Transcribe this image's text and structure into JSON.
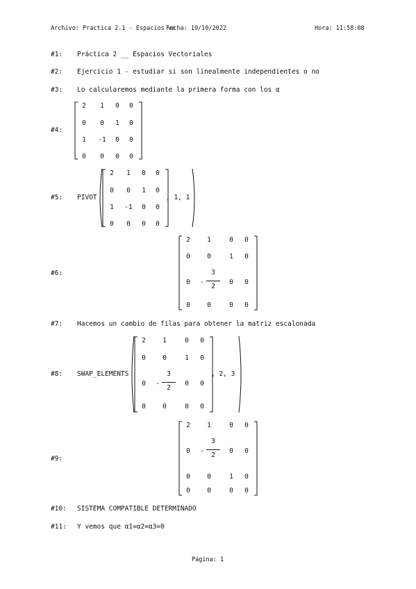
{
  "header": {
    "file": "Archivo: Practica 2.1 - Espacios ve",
    "date": "Fecha: 19/10/2022",
    "time": "Hora: 11:58:08"
  },
  "lines": {
    "l1": {
      "label": "#1:",
      "text": "Práctica 2 __ Espacios Vectoriales"
    },
    "l2": {
      "label": "#2:",
      "text": "Ejercicio 1 - estudiar si son linealmente independientes o no"
    },
    "l3": {
      "label": "#3:",
      "text": "Lo calcularemos mediante la primera forma con los α"
    },
    "l4": {
      "label": "#4:"
    },
    "l5": {
      "label": "#5:",
      "func": "PIVOT",
      "args": ", 1, 1"
    },
    "l6": {
      "label": "#6:"
    },
    "l7": {
      "label": "#7:",
      "text": "Hacemos un cambio de filas para obtener la matriz escalonada"
    },
    "l8": {
      "label": "#8:",
      "func": "SWAP_ELEMENTS",
      "args": ", 2, 3"
    },
    "l9": {
      "label": "#9:"
    },
    "l10": {
      "label": "#10:",
      "text": "SISTEMA COMPATIBLE DETERMINADO"
    },
    "l11": {
      "label": "#11:",
      "text": "Y vemos que α1=α2=α3=0"
    }
  },
  "matrices": {
    "m4": [
      [
        "2",
        "1",
        "0",
        "0"
      ],
      [
        "0",
        "0",
        "1",
        "0"
      ],
      [
        "1",
        "-1",
        "0",
        "0"
      ],
      [
        "0",
        "0",
        "0",
        "0"
      ]
    ],
    "m5": [
      [
        "2",
        "1",
        "0",
        "0"
      ],
      [
        "0",
        "0",
        "1",
        "0"
      ],
      [
        "1",
        "-1",
        "0",
        "0"
      ],
      [
        "0",
        "0",
        "0",
        "0"
      ]
    ],
    "m6": {
      "r1": [
        "2",
        "1",
        "0",
        "0"
      ],
      "r2": [
        "0",
        "0",
        "1",
        "0"
      ],
      "r3": {
        "a": "0",
        "sign": "-",
        "num": "3",
        "den": "2",
        "c": "0",
        "d": "0"
      },
      "r4": [
        "0",
        "0",
        "0",
        "0"
      ]
    },
    "m8": {
      "r1": [
        "2",
        "1",
        "0",
        "0"
      ],
      "r2": [
        "0",
        "0",
        "1",
        "0"
      ],
      "r3": {
        "a": "0",
        "sign": "-",
        "num": "3",
        "den": "2",
        "c": "0",
        "d": "0"
      },
      "r4": [
        "0",
        "0",
        "0",
        "0"
      ]
    },
    "m9": {
      "r1": [
        "2",
        "1",
        "0",
        "0"
      ],
      "r2": {
        "a": "0",
        "sign": "-",
        "num": "3",
        "den": "2",
        "c": "0",
        "d": "0"
      },
      "r3": [
        "0",
        "0",
        "1",
        "0"
      ],
      "r4": [
        "0",
        "0",
        "0",
        "0"
      ]
    }
  },
  "footer": {
    "page": "Página: 1"
  }
}
